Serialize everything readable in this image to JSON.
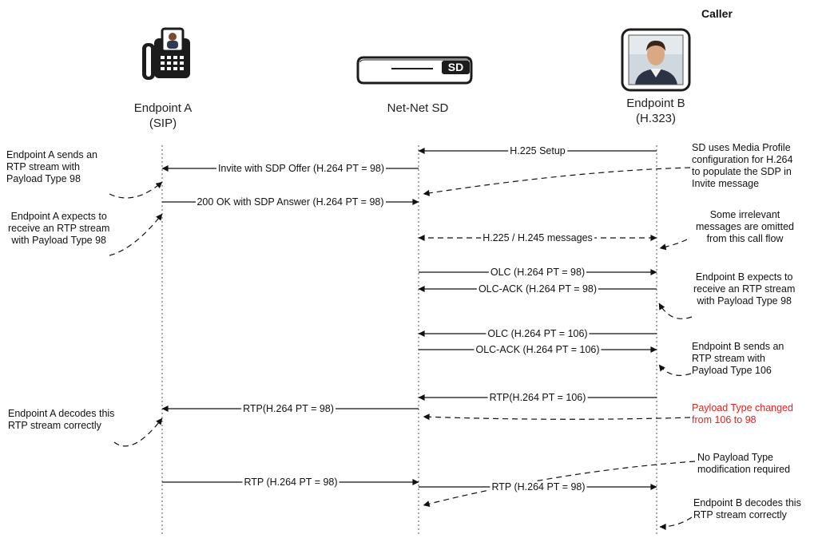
{
  "caller_label": "Caller",
  "participants": [
    {
      "id": "a",
      "name": "Endpoint A",
      "sub": "(SIP)",
      "icon": "ip-phone-icon"
    },
    {
      "id": "sd",
      "name": "Net-Net SD",
      "sub": "",
      "icon": "session-director-icon",
      "badge": "SD"
    },
    {
      "id": "b",
      "name": "Endpoint B",
      "sub": "(H.323)",
      "icon": "video-endpoint-icon"
    }
  ],
  "messages": [
    {
      "from": "b",
      "to": "sd",
      "label": "H.225 Setup",
      "style": "solid"
    },
    {
      "from": "sd",
      "to": "a",
      "label": "Invite with SDP Offer (H.264 PT = 98)",
      "style": "solid"
    },
    {
      "from": "a",
      "to": "sd",
      "label": "200 OK with SDP Answer (H.264 PT = 98)",
      "style": "solid"
    },
    {
      "from": "sd",
      "to": "b",
      "label": "H.225 / H.245 messages",
      "style": "dashed-both"
    },
    {
      "from": "sd",
      "to": "b",
      "label": "OLC (H.264 PT = 98)",
      "style": "solid"
    },
    {
      "from": "b",
      "to": "sd",
      "label": "OLC-ACK (H.264 PT = 98)",
      "style": "solid"
    },
    {
      "from": "b",
      "to": "sd",
      "label": "OLC (H.264 PT = 106)",
      "style": "solid"
    },
    {
      "from": "sd",
      "to": "b",
      "label": "OLC-ACK (H.264 PT = 106)",
      "style": "solid"
    },
    {
      "from": "b",
      "to": "sd",
      "label": "RTP(H.264 PT = 106)",
      "style": "solid"
    },
    {
      "from": "sd",
      "to": "a",
      "label": "RTP(H.264 PT = 98)",
      "style": "solid"
    },
    {
      "from": "a",
      "to": "sd",
      "label": "RTP (H.264 PT = 98)",
      "style": "solid"
    },
    {
      "from": "sd",
      "to": "b",
      "label": "RTP (H.264 PT = 98)",
      "style": "solid"
    }
  ],
  "notes": [
    {
      "lines": [
        "Endpoint A sends an",
        "RTP stream with",
        "Payload Type 98"
      ],
      "color": "#111111"
    },
    {
      "lines": [
        "Endpoint A expects to",
        "receive an RTP stream",
        "with Payload Type 98"
      ],
      "color": "#111111"
    },
    {
      "lines": [
        "Endpoint A decodes this",
        "RTP stream correctly"
      ],
      "color": "#111111"
    },
    {
      "lines": [
        "SD uses Media Profile",
        "configuration for H.264",
        "to populate the SDP in",
        "Invite message"
      ],
      "color": "#111111"
    },
    {
      "lines": [
        "Some irrelevant",
        "messages are omitted",
        "from this call flow"
      ],
      "color": "#111111"
    },
    {
      "lines": [
        "Endpoint B expects to",
        "receive an RTP stream",
        "with Payload Type 98"
      ],
      "color": "#111111"
    },
    {
      "lines": [
        "Endpoint B sends an",
        "RTP stream with",
        "Payload Type 106"
      ],
      "color": "#111111"
    },
    {
      "lines": [
        "Payload Type changed",
        "from 106 to 98"
      ],
      "color": "#e8201c"
    },
    {
      "lines": [
        "No Payload Type",
        "modification required"
      ],
      "color": "#111111"
    },
    {
      "lines": [
        "Endpoint B decodes this",
        "RTP stream correctly"
      ],
      "color": "#111111"
    }
  ]
}
